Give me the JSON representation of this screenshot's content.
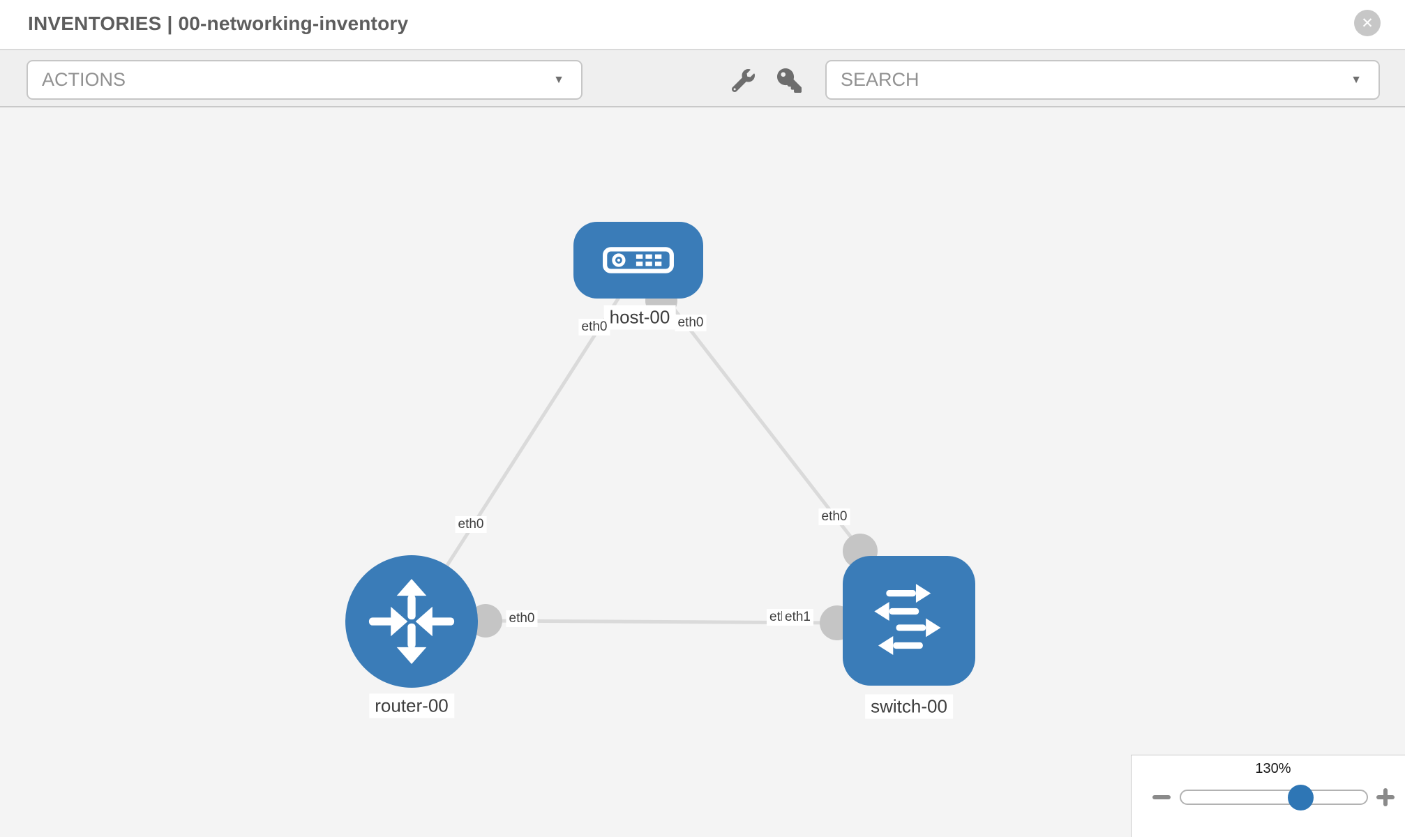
{
  "header": {
    "title": "INVENTORIES | 00-networking-inventory"
  },
  "icons": {
    "close": "✕",
    "caret": "▼",
    "toolbar_tools": [
      "wrench-icon",
      "key-icon"
    ]
  },
  "toolbar": {
    "actions_label": "ACTIONS",
    "search_placeholder": "SEARCH"
  },
  "graph": {
    "nodes": [
      {
        "label": "host-00",
        "type": "host"
      },
      {
        "label": "router-00",
        "type": "router"
      },
      {
        "label": "switch-00",
        "type": "switch"
      }
    ],
    "edges": [
      {
        "from": "host-00",
        "from_interface": "eth0",
        "to": "router-00",
        "to_interface": "eth0"
      },
      {
        "from": "host-00",
        "from_interface": "eth0",
        "to": "switch-00",
        "to_interface": "eth0"
      },
      {
        "from": "router-00",
        "from_interface": "eth0",
        "to": "switch-00",
        "to_interface": "eth1",
        "overlapped_label": "eth0"
      }
    ]
  },
  "zoom_control": {
    "level": "130%"
  },
  "colors": {
    "node_blue": "#3a7cb8",
    "edge_gray": "#dadada",
    "port_gray": "#c5c5c5",
    "slider_thumb_blue": "#2e76b5"
  }
}
